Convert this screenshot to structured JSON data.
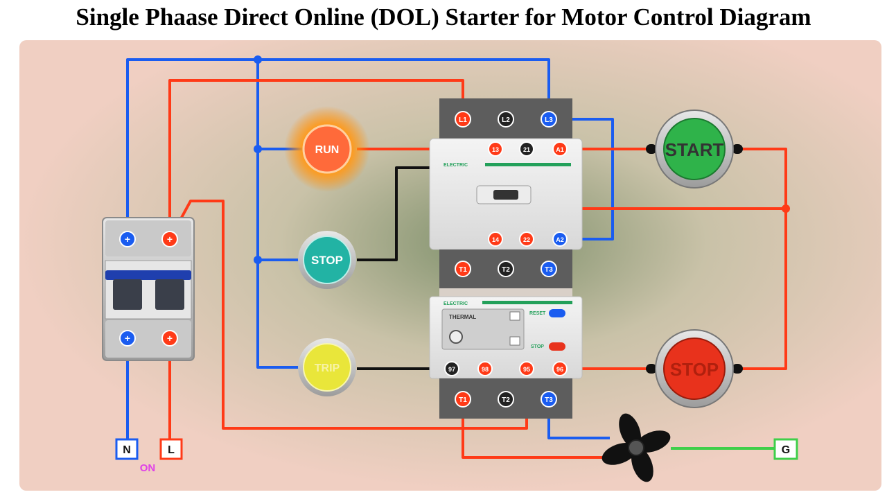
{
  "title": "Single Phaase Direct Online (DOL) Starter for Motor Control Diagram",
  "colors": {
    "background": "#f0cfc2",
    "phase_wire": "#ff3a17",
    "neutral_wire": "#1a5cf0",
    "control_wire": "#111111",
    "ground_wire": "#3fcf4a",
    "label_on": "#e040e8"
  },
  "breaker": {
    "top_terminals": [
      "+",
      "+"
    ],
    "bottom_terminals": [
      "+",
      "+"
    ]
  },
  "supply": {
    "neutral": "N",
    "line": "L",
    "state": "ON",
    "ground": "G"
  },
  "pilot_lamps": {
    "run": "RUN",
    "stop": "STOP",
    "trip": "TRIP"
  },
  "push_buttons": {
    "start": "START",
    "stop": "STOP"
  },
  "contactor": {
    "line_terminals": [
      "L1",
      "L2",
      "L3"
    ],
    "aux_top": [
      "13",
      "21",
      "A1"
    ],
    "aux_bottom": [
      "14",
      "22",
      "A2"
    ],
    "load_terminals": [
      "T1",
      "T2",
      "T3"
    ],
    "brand": "ELECTRIC"
  },
  "overload_relay": {
    "brand": "ELECTRIC",
    "label": "THERMAL",
    "reset_label": "RESET",
    "stop_label": "STOP",
    "terminals": [
      "97",
      "98",
      "95",
      "96"
    ],
    "load_terminals": [
      "T1",
      "T2",
      "T3"
    ]
  },
  "motor": {
    "icon": "fan-motor-icon"
  }
}
